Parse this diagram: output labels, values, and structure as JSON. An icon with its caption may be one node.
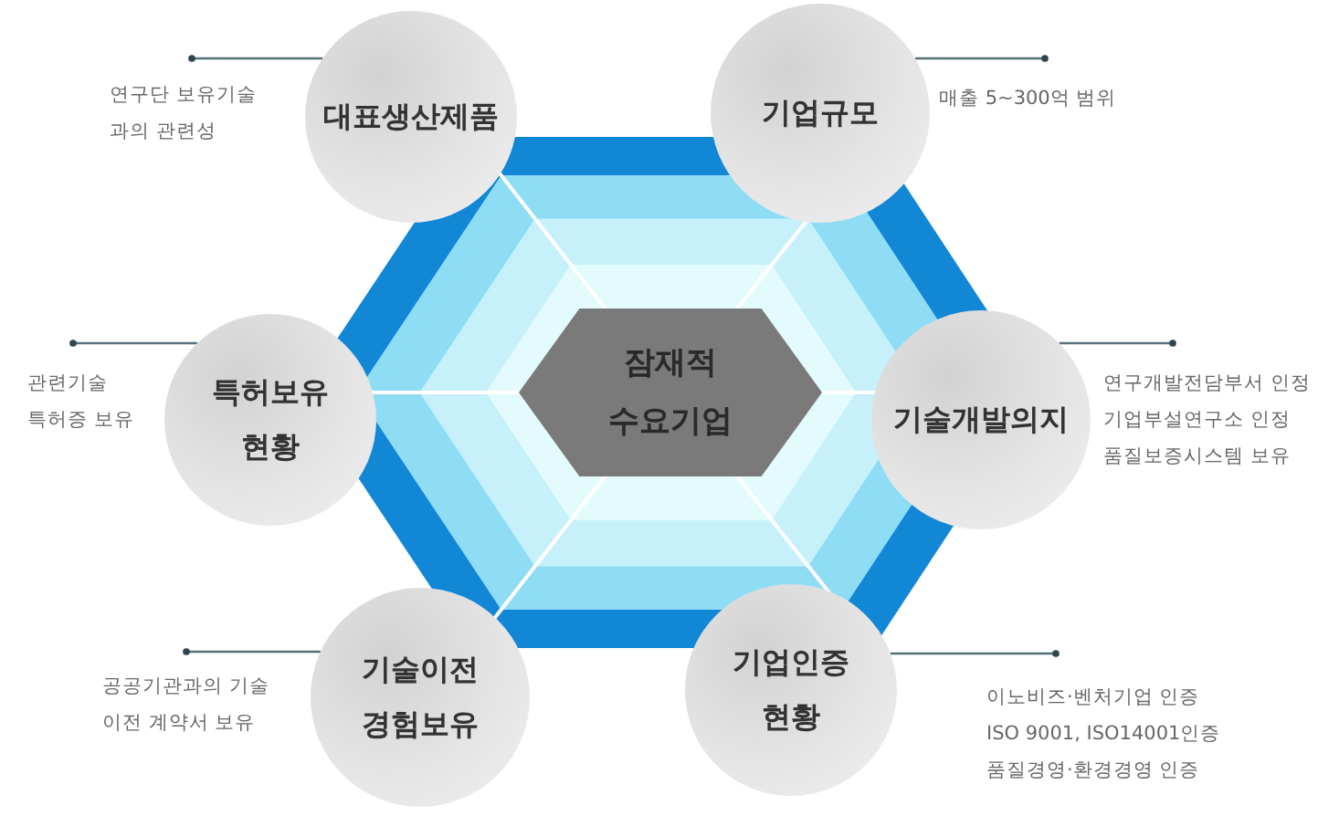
{
  "diagram": {
    "nodes": [
      {
        "text": [
          "잠재적 수요기업"
        ]
      },
      {
        "text": [
          "대표생산제품"
        ]
      },
      {
        "text": [
          "연구단 보유기술 과의 관련성"
        ]
      },
      {
        "text": [
          "기업규모"
        ]
      },
      {
        "text": [
          "매출 5~300억 범위"
        ]
      },
      {
        "text": [
          "특허보유 현황"
        ]
      },
      {
        "text": [
          "관련기술 특허증 보유"
        ]
      },
      {
        "text": [
          "기술개발의지"
        ]
      },
      {
        "text": [
          "연구개발전담부서 인정",
          "기업부설연구소 인정",
          "품질보증시스템 보유"
        ]
      },
      {
        "text": [
          "기술이전 경험보유"
        ]
      },
      {
        "text": [
          "공공기관과의 기술 이전 계약서 보유"
        ]
      },
      {
        "text": [
          "기업인증 현황"
        ]
      },
      {
        "text": [
          "이노비즈·벤처기업 인증",
          "ISO 9001, ISO14001인증",
          "품질경영·환경경영 인증"
        ]
      }
    ],
    "edges": [
      {
        "from": 1,
        "to": 2,
        "arrow": "other"
      },
      {
        "from": 3,
        "to": 4,
        "arrow": "other"
      },
      {
        "from": 5,
        "to": 6,
        "arrow": "other"
      },
      {
        "from": 7,
        "to": 8,
        "arrow": "other"
      },
      {
        "from": 9,
        "to": 10,
        "arrow": "other"
      },
      {
        "from": 11,
        "to": 12,
        "arrow": "other"
      }
    ]
  }
}
